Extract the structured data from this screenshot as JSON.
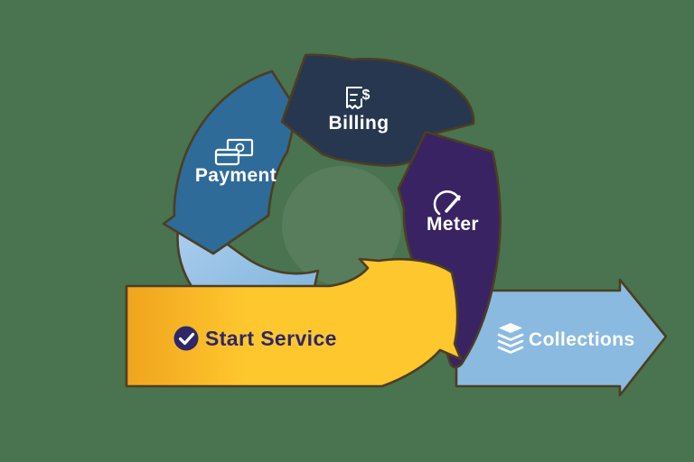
{
  "diagram": {
    "background_color": "#4A7350",
    "inner_circle_color": "#587D5C",
    "outline_color": "#4C3E22",
    "connector_color": "#93C0E6",
    "cycle_steps": [
      {
        "id": "billing",
        "label": "Billing",
        "icon": "receipt-dollar-icon",
        "color": "#273750",
        "text_color": "#FFFFFF"
      },
      {
        "id": "payment",
        "label": "Payment",
        "icon": "cash-card-icon",
        "color": "#2E6B98",
        "text_color": "#FFFFFF"
      },
      {
        "id": "meter",
        "label": "Meter",
        "icon": "gauge-icon",
        "color": "#3A2363",
        "text_color": "#FFFFFF"
      }
    ],
    "entry_arrow": {
      "label": "Start Service",
      "icon": "check-circle-icon",
      "color_start": "#F0A41E",
      "color_end": "#FFC72E",
      "text_color": "#2E2768",
      "icon_dollar": "$"
    },
    "exit_arrow": {
      "label": "Collections",
      "icon": "layers-icon",
      "color": "#8ABAE0",
      "text_color": "#FFFFFF"
    }
  }
}
